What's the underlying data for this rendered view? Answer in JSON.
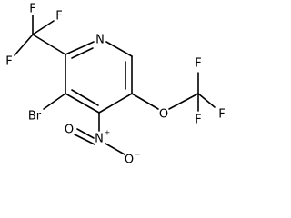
{
  "molecule": {
    "atoms": {
      "F_top": "F",
      "F_left": "F",
      "F_mid": "F",
      "N_ring": "N",
      "Br": "Br",
      "O_ether": "O",
      "F_r_top": "F",
      "F_r_right": "F",
      "F_r_bottom": "F",
      "N_nitro": "N",
      "O_nitro_top": "O",
      "O_nitro_bottom": "O"
    },
    "charges": {
      "N_nitro": "+",
      "O_nitro_bottom": "−"
    }
  }
}
